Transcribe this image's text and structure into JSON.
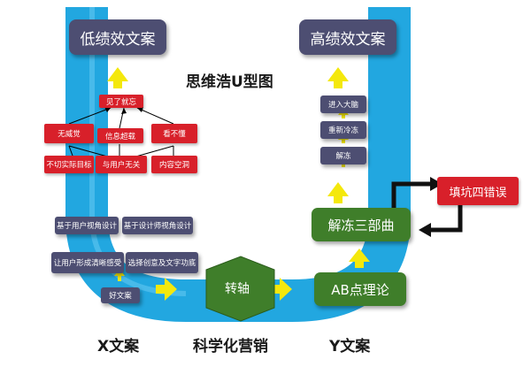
{
  "title": "思维浩U型图",
  "top_left": "低绩效文案",
  "top_right": "高绩效文案",
  "left_red": [
    "见了就忘",
    "信息超载",
    "无威觉",
    "看不懂",
    "不切实际目标",
    "与用户无关",
    "内容空洞"
  ],
  "left_navy": [
    "基于用户视角设计",
    "基于设计师视角设计",
    "让用户形成清晰感受",
    "选择创意及文字功底",
    "好文案"
  ],
  "right_stack": [
    "进入大脑",
    "重新冷冻",
    "解冻"
  ],
  "unfreeze": "解冻三部曲",
  "four_errors": "填坑四错误",
  "ab_theory": "AB点理论",
  "pivot": "转轴",
  "bottom_labels": {
    "x": "X文案",
    "center": "科学化营销",
    "y": "Y文案"
  },
  "colors": {
    "band": "#22a7e0",
    "navy": "#4d4e72",
    "red": "#d8202a",
    "green": "#3f7e2a",
    "arrow": "#f4e80c"
  }
}
